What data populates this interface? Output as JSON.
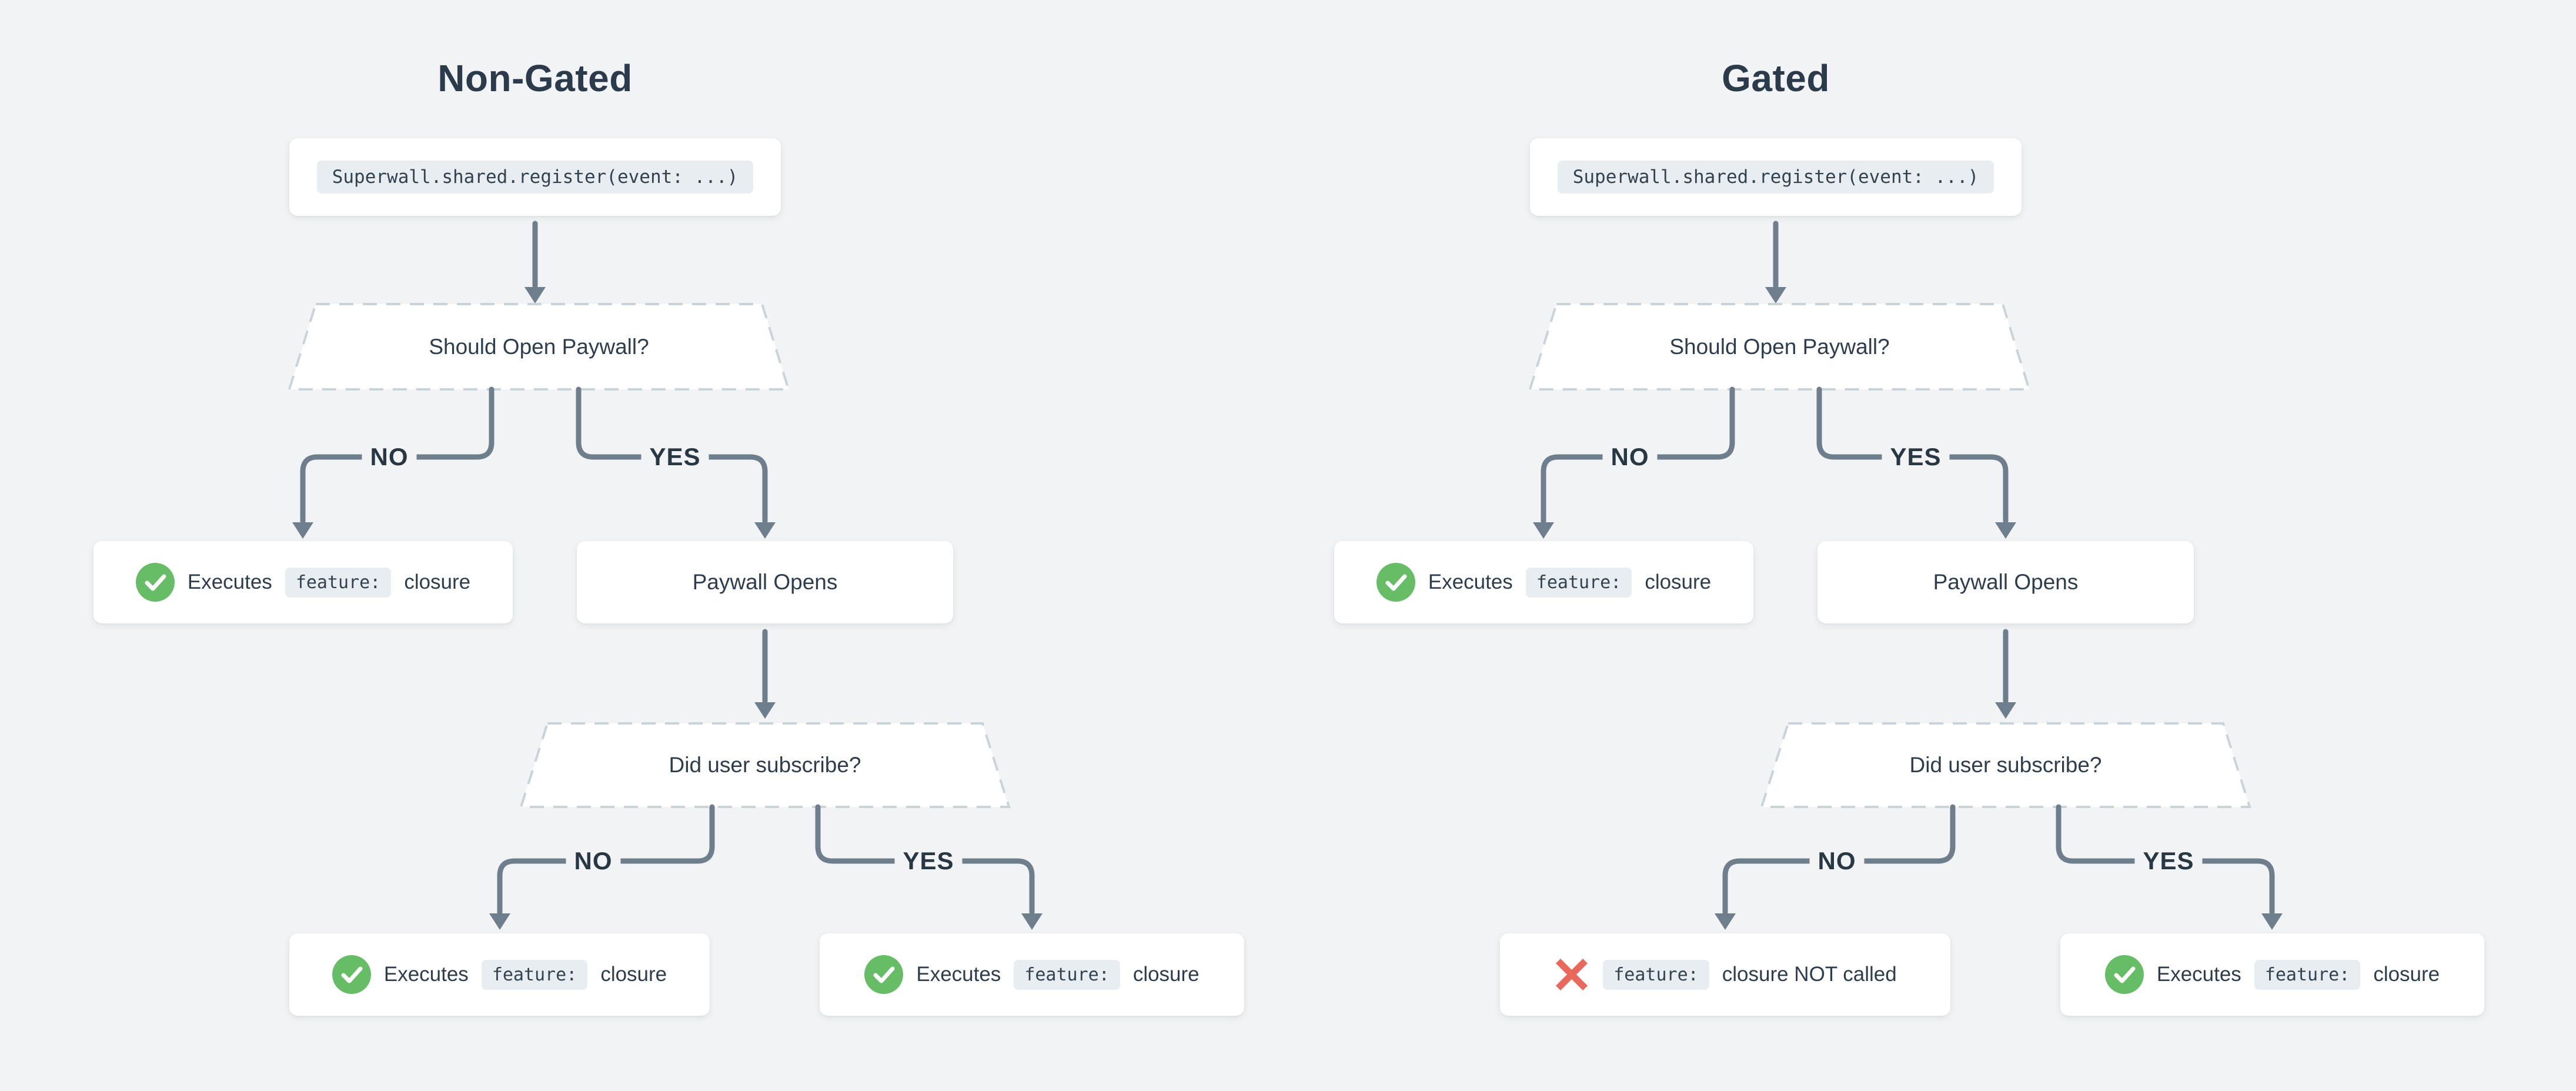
{
  "page": {
    "background": "#F1F3F4",
    "colors": {
      "card": "#FFFFFF",
      "connector_line": "#6E7E8C",
      "dashed_border": "#C9D3DA",
      "text": "#2D3D4D",
      "code_chip_background": "#E8EDF2",
      "success_green": "#67BD66",
      "failure_red": "#E8685C"
    }
  },
  "flows": [
    {
      "title": "Non-Gated",
      "code": "Superwall.shared.register(event: ...)",
      "decision_paywall": {
        "label": "Should Open Paywall?",
        "no": "NO",
        "yes": "YES"
      },
      "result_no_paywall": {
        "icon": "check-icon",
        "prefix": "Executes",
        "code": "feature:",
        "suffix": "closure"
      },
      "paywall_opens": "Paywall Opens",
      "decision_subscribe": {
        "label": "Did user subscribe?",
        "no": "NO",
        "yes": "YES"
      },
      "result_subscribe_no": {
        "icon": "check-icon",
        "prefix": "Executes",
        "code": "feature:",
        "suffix": "closure"
      },
      "result_subscribe_yes": {
        "icon": "check-icon",
        "prefix": "Executes",
        "code": "feature:",
        "suffix": "closure"
      }
    },
    {
      "title": "Gated",
      "code": "Superwall.shared.register(event: ...)",
      "decision_paywall": {
        "label": "Should Open Paywall?",
        "no": "NO",
        "yes": "YES"
      },
      "result_no_paywall": {
        "icon": "check-icon",
        "prefix": "Executes",
        "code": "feature:",
        "suffix": "closure"
      },
      "paywall_opens": "Paywall Opens",
      "decision_subscribe": {
        "label": "Did user subscribe?",
        "no": "NO",
        "yes": "YES"
      },
      "result_subscribe_no": {
        "icon": "x-icon",
        "prefix": "",
        "code": "feature:",
        "suffix": "closure NOT called"
      },
      "result_subscribe_yes": {
        "icon": "check-icon",
        "prefix": "Executes",
        "code": "feature:",
        "suffix": "closure"
      }
    }
  ]
}
